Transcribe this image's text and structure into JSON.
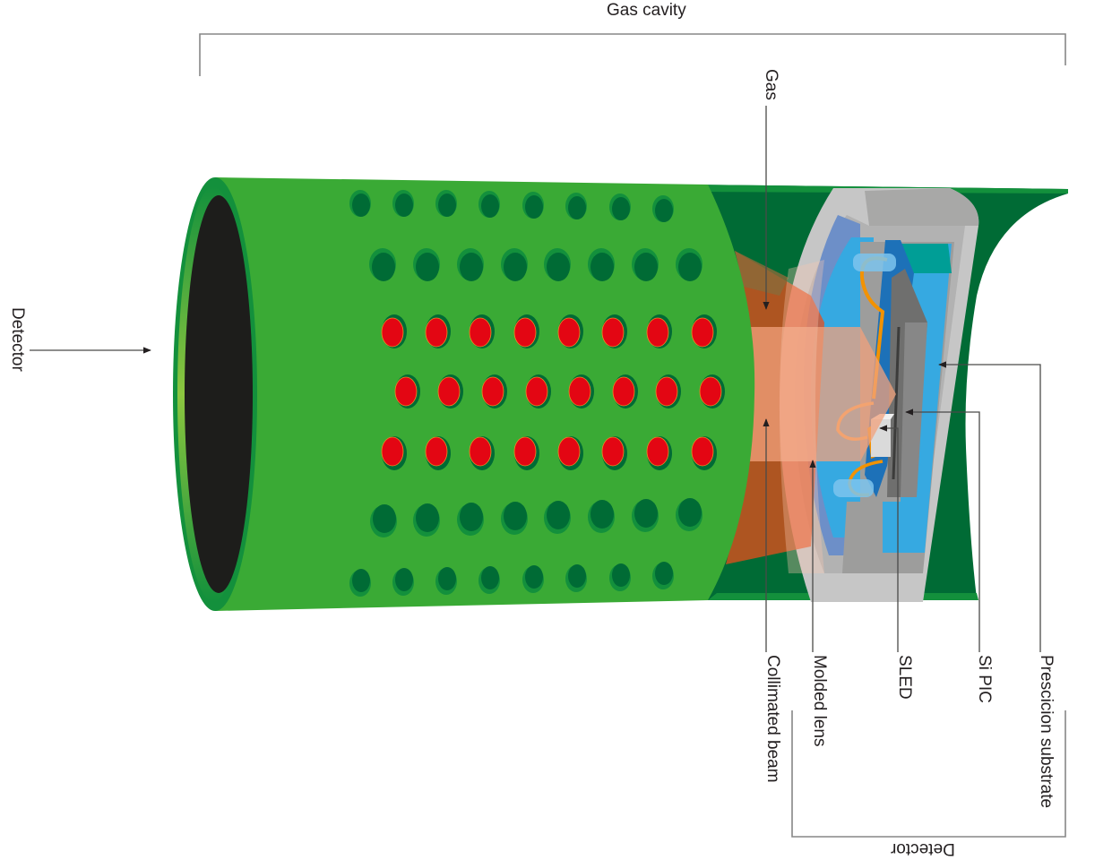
{
  "diagram": {
    "title_top": "Gas cavity",
    "labels": {
      "gas": "Gas",
      "detector_left": "Detector",
      "collimated_beam": "Collimated beam",
      "molded_lens": "Molded lens",
      "sled": "SLED",
      "si_pic": "Si PIC",
      "precision_substrate": "Prescicion substrate",
      "detector_bottom": "Detector"
    },
    "colors": {
      "tube_light_green": "#3aaa35",
      "tube_dark_green": "#006b35",
      "tube_rim_green": "#13903c",
      "hole_red": "#e30613",
      "pin_orange": "#f39200",
      "pin_red": "#e84e1b",
      "pin_yellow": "#fcc32c",
      "housing_gray": "#b2b2b2",
      "housing_dark_gray": "#9d9d9c",
      "lens_blue": "#36a9e1",
      "pic_blue": "#1d71b8",
      "teal": "#009e96",
      "beam_orange": "#e8714f",
      "leader_gray": "#706f6f"
    }
  }
}
